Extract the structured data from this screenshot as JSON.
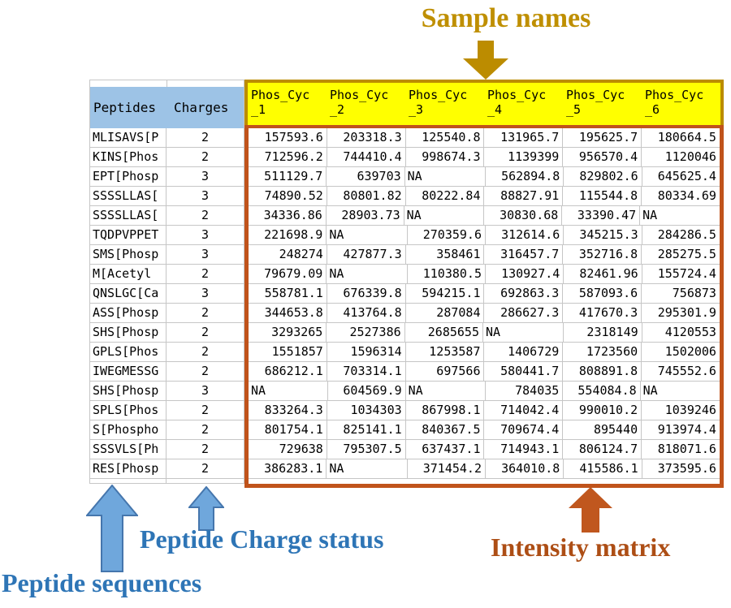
{
  "annotations": {
    "sample_names": "Sample names",
    "peptide_sequences": "Peptide sequences",
    "peptide_charge_status": "Peptide Charge status",
    "intensity_matrix": "Intensity matrix"
  },
  "colors": {
    "sample_names_gold": "#bf8f00",
    "yellow_header_bg": "#ffff00",
    "yellow_header_border": "#bc8c00",
    "matrix_border_orange": "#c0531b",
    "intensity_text_orange": "#ad4e15",
    "blue_header_bg": "#9dc3e6",
    "blue_annotation_text": "#2e75b6",
    "blue_arrow_fill": "#6fa7dc",
    "blue_arrow_stroke": "#4576ad",
    "gridline": "#c6c6c6"
  },
  "table": {
    "left_headers": [
      "Peptides",
      "Charges"
    ],
    "sample_headers": [
      {
        "line1": "Phos_Cyc",
        "line2": "_1"
      },
      {
        "line1": "Phos_Cyc",
        "line2": "_2"
      },
      {
        "line1": "Phos_Cyc",
        "line2": "_3"
      },
      {
        "line1": "Phos_Cyc",
        "line2": "_4"
      },
      {
        "line1": "Phos_Cyc",
        "line2": "_5"
      },
      {
        "line1": "Phos_Cyc",
        "line2": "_6"
      }
    ],
    "rows": [
      {
        "peptide": "MLISAVS[P",
        "charge": "2",
        "values": [
          "157593.6",
          "203318.3",
          "125540.8",
          "131965.7",
          "195625.7",
          "180664.5"
        ]
      },
      {
        "peptide": "KINS[Phos",
        "charge": "2",
        "values": [
          "712596.2",
          "744410.4",
          "998674.3",
          "1139399",
          "956570.4",
          "1120046"
        ]
      },
      {
        "peptide": "EPT[Phosp",
        "charge": "3",
        "values": [
          "511129.7",
          "639703",
          "NA",
          "562894.8",
          "829802.6",
          "645625.4"
        ]
      },
      {
        "peptide": "SSSSLLAS[",
        "charge": "3",
        "values": [
          "74890.52",
          "80801.82",
          "80222.84",
          "88827.91",
          "115544.8",
          "80334.69"
        ]
      },
      {
        "peptide": "SSSSLLAS[",
        "charge": "2",
        "values": [
          "34336.86",
          "28903.73",
          "NA",
          "30830.68",
          "33390.47",
          "NA"
        ]
      },
      {
        "peptide": "TQDPVPPET",
        "charge": "3",
        "values": [
          "221698.9",
          "NA",
          "270359.6",
          "312614.6",
          "345215.3",
          "284286.5"
        ]
      },
      {
        "peptide": "SMS[Phosp",
        "charge": "3",
        "values": [
          "248274",
          "427877.3",
          "358461",
          "316457.7",
          "352716.8",
          "285275.5"
        ]
      },
      {
        "peptide": "M[Acetyl",
        "charge": "2",
        "values": [
          "79679.09",
          "NA",
          "110380.5",
          "130927.4",
          "82461.96",
          "155724.4"
        ]
      },
      {
        "peptide": "QNSLGC[Ca",
        "charge": "3",
        "values": [
          "558781.1",
          "676339.8",
          "594215.1",
          "692863.3",
          "587093.6",
          "756873"
        ]
      },
      {
        "peptide": "ASS[Phosp",
        "charge": "2",
        "values": [
          "344653.8",
          "413764.8",
          "287084",
          "286627.3",
          "417670.3",
          "295301.9"
        ]
      },
      {
        "peptide": "SHS[Phosp",
        "charge": "2",
        "values": [
          "3293265",
          "2527386",
          "2685655",
          "NA",
          "2318149",
          "4120553"
        ]
      },
      {
        "peptide": "GPLS[Phos",
        "charge": "2",
        "values": [
          "1551857",
          "1596314",
          "1253587",
          "1406729",
          "1723560",
          "1502006"
        ]
      },
      {
        "peptide": "IWEGMESSG",
        "charge": "2",
        "values": [
          "686212.1",
          "703314.1",
          "697566",
          "580441.7",
          "808891.8",
          "745552.6"
        ]
      },
      {
        "peptide": "SHS[Phosp",
        "charge": "3",
        "values": [
          "NA",
          "604569.9",
          "NA",
          "784035",
          "554084.8",
          "NA"
        ]
      },
      {
        "peptide": "SPLS[Phos",
        "charge": "2",
        "values": [
          "833264.3",
          "1034303",
          "867998.1",
          "714042.4",
          "990010.2",
          "1039246"
        ]
      },
      {
        "peptide": "S[Phospho",
        "charge": "2",
        "values": [
          "801754.1",
          "825141.1",
          "840367.5",
          "709674.4",
          "895440",
          "913974.4"
        ]
      },
      {
        "peptide": "SSSVLS[Ph",
        "charge": "2",
        "values": [
          "729638",
          "795307.5",
          "637437.1",
          "714943.1",
          "806124.7",
          "818071.6"
        ]
      },
      {
        "peptide": "RES[Phosp",
        "charge": "2",
        "values": [
          "386283.1",
          "NA",
          "371454.2",
          "364010.8",
          "415586.1",
          "373595.6"
        ]
      }
    ]
  }
}
